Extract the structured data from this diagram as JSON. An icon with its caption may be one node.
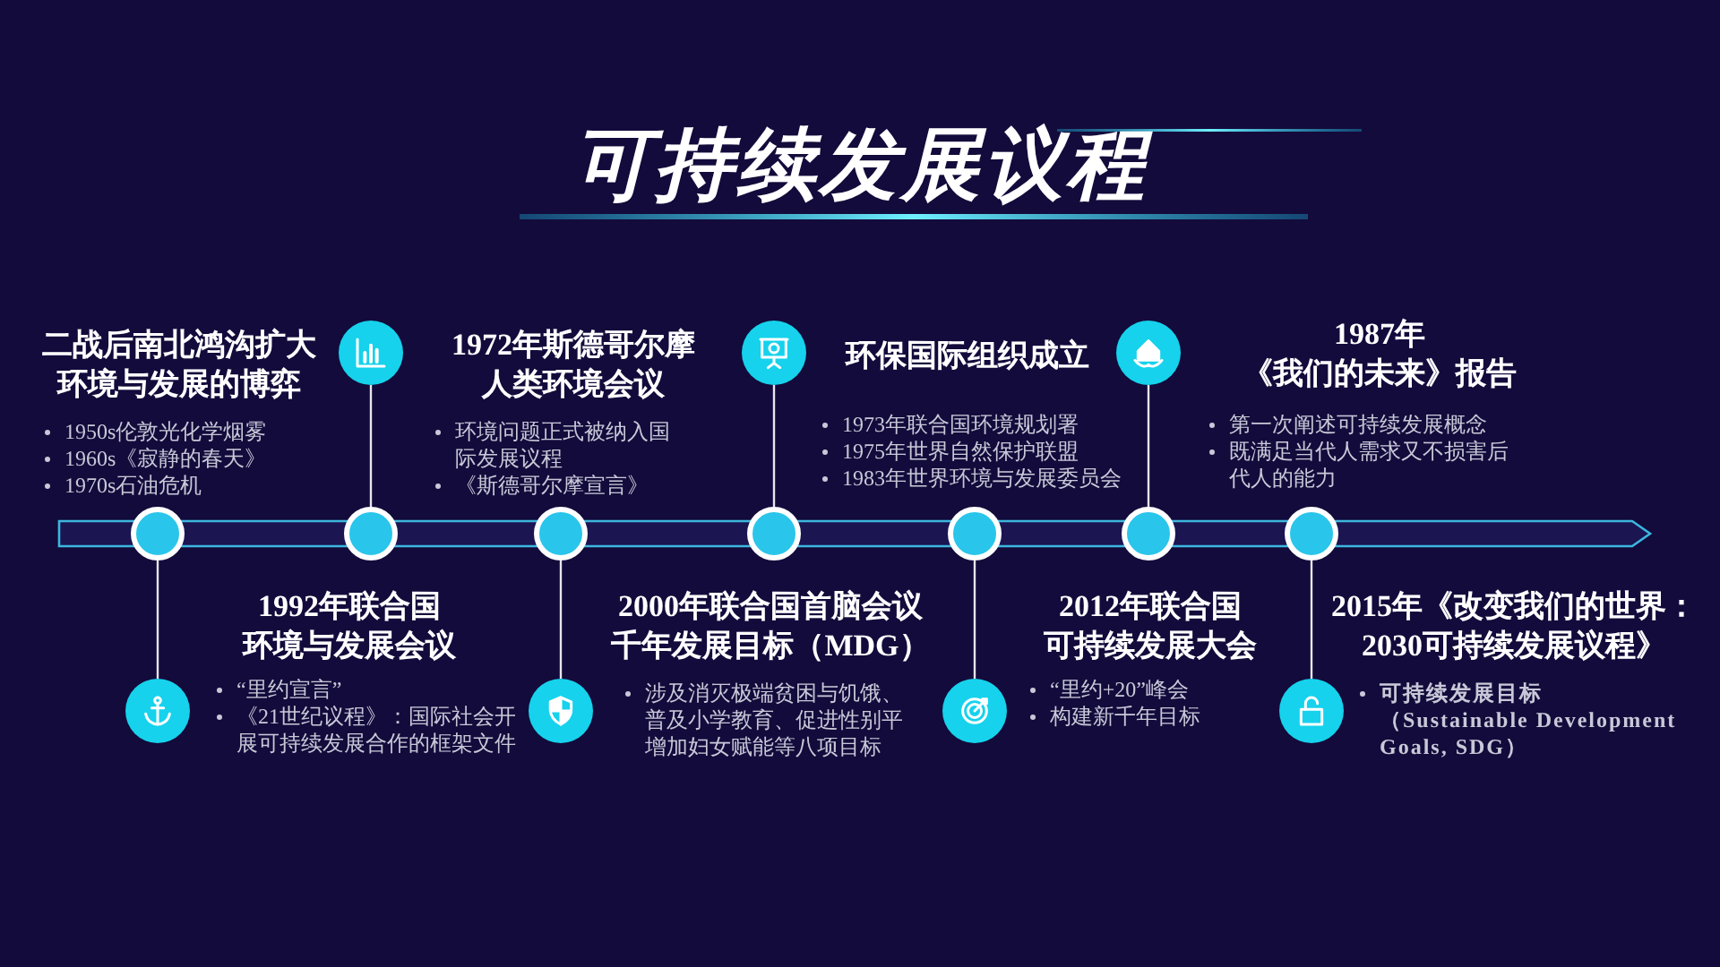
{
  "diagram": {
    "title": "可持续发展议程",
    "nodes": [
      {
        "text": [],
        "shape": "circle",
        "beside": [
          "1972年斯德哥尔摩人类环境会议",
          "环境问题正式被纳入国际发展议程",
          "《斯德哥尔摩宣言》"
        ]
      },
      {
        "text": [],
        "shape": "circle",
        "beside": [
          "环保国际组织成立",
          "1973年联合国环境规划署",
          "1975年世界自然保护联盟",
          "1983年世界环境与发展委员会"
        ]
      },
      {
        "text": [],
        "shape": "circle",
        "beside": [
          "1987年《我们的未来》报告",
          "第一次阐述可持续发展概念",
          "既满足当代人需求又不损害后代人的能力"
        ]
      },
      {
        "text": [],
        "shape": "circle"
      },
      {
        "text": [],
        "shape": "circle"
      },
      {
        "text": [],
        "shape": "circle"
      },
      {
        "text": [],
        "shape": "circle"
      },
      {
        "text": [],
        "shape": "circle"
      },
      {
        "text": [],
        "shape": "circle"
      },
      {
        "text": [],
        "shape": "circle"
      },
      {
        "text": [],
        "shape": "circle",
        "beside": [
          "1992年联合国环境与发展会议",
          "“里约宣言”",
          "《21世纪议程》：国际社会开展可持续发展合作的框架文件"
        ]
      },
      {
        "text": [],
        "shape": "circle",
        "beside": [
          "2000年联合国首脑会议千年发展目标（MDG）",
          "涉及消灭极端贫困与饥饿、普及小学教育、促进性别平增加妇女赋能等八项目标"
        ]
      },
      {
        "text": [],
        "shape": "circle",
        "beside": [
          "2012年联合国可持续发展大会",
          "“里约+20”峰会",
          "构建新千年目标"
        ]
      },
      {
        "text": [],
        "shape": "circle",
        "beside": [
          "2015年《改变我们的世界：2030可持续发展议程》",
          "可持续发展目标（Sustainable Development Goals, SDG）"
        ]
      }
    ],
    "edges": [
      {
        "from": 0,
        "to": 4,
        "arrow": "none"
      },
      {
        "from": 1,
        "to": 6,
        "arrow": "none"
      },
      {
        "from": 2,
        "to": 8,
        "arrow": "none"
      },
      {
        "from": 3,
        "to": 10,
        "arrow": "none"
      },
      {
        "from": 5,
        "to": 11,
        "arrow": "none"
      },
      {
        "from": 7,
        "to": 12,
        "arrow": "none"
      },
      {
        "from": 9,
        "to": 13,
        "arrow": "none"
      }
    ],
    "labels": [
      "二战后南北鸿沟扩大环境与发展的博弈",
      "1950s伦敦光化学烟雾",
      "1960s《寂静的春天》",
      "1970s石油危机"
    ]
  }
}
